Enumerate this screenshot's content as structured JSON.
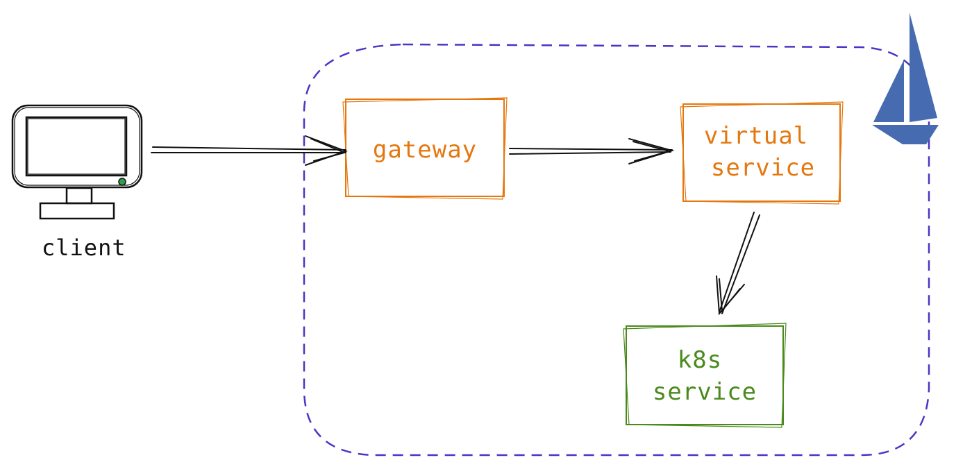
{
  "colors": {
    "boundary": "#4b35c4",
    "gateway": "#e5770f",
    "virtual_service": "#e5770f",
    "k8s_service": "#4a8a1c",
    "arrows": "#111111",
    "client_icon": "#111111",
    "istio_logo": "#466bb0"
  },
  "nodes": {
    "client": {
      "label": "client",
      "icon": "monitor-icon"
    },
    "gateway": {
      "label": "gateway"
    },
    "virtual_service": {
      "line1": "virtual",
      "line2": "service"
    },
    "k8s_service": {
      "line1": "k8s",
      "line2": "service"
    },
    "logo": {
      "icon": "istio-sail-logo"
    }
  },
  "edges": [
    {
      "from": "client",
      "to": "gateway"
    },
    {
      "from": "gateway",
      "to": "virtual_service"
    },
    {
      "from": "virtual_service",
      "to": "k8s_service"
    }
  ]
}
